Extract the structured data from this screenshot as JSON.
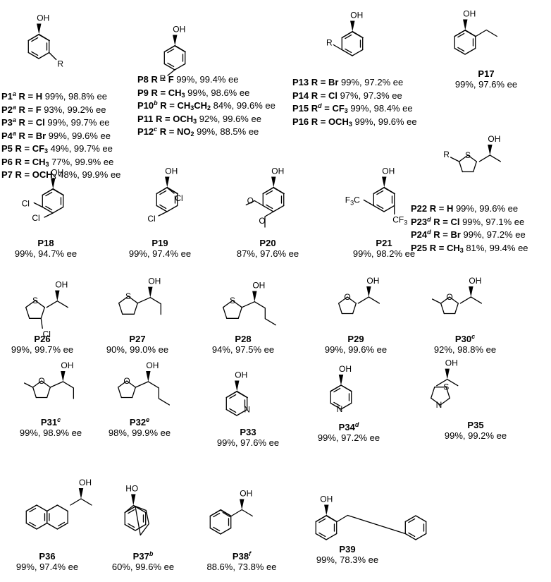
{
  "atoms": {
    "OH": "OH",
    "HO": "HO",
    "R": "R",
    "Cl": "Cl",
    "S": "S",
    "O": "O",
    "N": "N",
    "F3C": "F3C",
    "CF3": "CF3"
  },
  "entries": [
    {
      "id": "P1",
      "sup": "a",
      "r": "H",
      "result": "99%, 98.8% ee"
    },
    {
      "id": "P2",
      "sup": "a",
      "r": "F",
      "result": "93%, 99.2% ee"
    },
    {
      "id": "P3",
      "sup": "a",
      "r": "Cl",
      "result": "99%, 99.7% ee"
    },
    {
      "id": "P4",
      "sup": "a",
      "r": "Br",
      "result": "99%, 99.6% ee"
    },
    {
      "id": "P5",
      "sup": "",
      "r": "CF3",
      "result": "49%, 99.7% ee"
    },
    {
      "id": "P6",
      "sup": "",
      "r": "CH3",
      "result": "77%, 99.9% ee"
    },
    {
      "id": "P7",
      "sup": "",
      "r": "OCH3",
      "result": "48%, 99.9% ee"
    },
    {
      "id": "P8",
      "sup": "",
      "r": "F",
      "result": "99%, 99.4% ee"
    },
    {
      "id": "P9",
      "sup": "",
      "r": "CH3",
      "result": "99%, 98.6% ee"
    },
    {
      "id": "P10",
      "sup": "b",
      "r": "CH3CH2",
      "result": "84%, 99.6% ee"
    },
    {
      "id": "P11",
      "sup": "",
      "r": "OCH3",
      "result": "92%, 99.6% ee"
    },
    {
      "id": "P12",
      "sup": "c",
      "r": "NO2",
      "result": "99%, 88.5% ee"
    },
    {
      "id": "P13",
      "sup": "",
      "r": "Br",
      "result": "99%, 97.2% ee"
    },
    {
      "id": "P14",
      "sup": "",
      "r": "Cl",
      "result": "97%, 97.3% ee"
    },
    {
      "id": "P15",
      "sup": "d",
      "r": "CF3",
      "result": "99%, 98.4% ee"
    },
    {
      "id": "P16",
      "sup": "",
      "r": "OCH3",
      "result": "99%, 99.6% ee"
    },
    {
      "id": "P17",
      "sup": "",
      "result": "99%, 97.6% ee"
    },
    {
      "id": "P18",
      "sup": "",
      "result": "99%, 94.7% ee"
    },
    {
      "id": "P19",
      "sup": "",
      "result": "99%, 97.4% ee"
    },
    {
      "id": "P20",
      "sup": "",
      "result": "87%, 97.6% ee"
    },
    {
      "id": "P21",
      "sup": "",
      "result": "99%, 98.2% ee"
    },
    {
      "id": "P22",
      "sup": "",
      "r": "H",
      "result": "99%, 99.6% ee"
    },
    {
      "id": "P23",
      "sup": "d",
      "r": "Cl",
      "result": "99%, 97.1% ee"
    },
    {
      "id": "P24",
      "sup": "d",
      "r": "Br",
      "result": "99%, 97.2% ee"
    },
    {
      "id": "P25",
      "sup": "",
      "r": "CH3",
      "result": "81%, 99.4% ee"
    },
    {
      "id": "P26",
      "sup": "",
      "result": "99%, 99.7% ee"
    },
    {
      "id": "P27",
      "sup": "",
      "result": "90%, 99.0% ee"
    },
    {
      "id": "P28",
      "sup": "",
      "result": "94%, 97.5% ee"
    },
    {
      "id": "P29",
      "sup": "",
      "result": "99%, 99.6% ee"
    },
    {
      "id": "P30",
      "sup": "c",
      "result": "92%, 98.8% ee"
    },
    {
      "id": "P31",
      "sup": "c",
      "result": "99%, 98.9% ee"
    },
    {
      "id": "P32",
      "sup": "e",
      "result": "98%, 99.9% ee"
    },
    {
      "id": "P33",
      "sup": "",
      "result": "99%, 97.6% ee"
    },
    {
      "id": "P34",
      "sup": "d",
      "result": "99%, 97.2% ee"
    },
    {
      "id": "P35",
      "sup": "",
      "result": "99%, 99.2% ee"
    },
    {
      "id": "P36",
      "sup": "",
      "result": "99%, 97.4% ee"
    },
    {
      "id": "P37",
      "sup": "b",
      "result": "60%, 99.6% ee"
    },
    {
      "id": "P38",
      "sup": "f",
      "result": "88.6%, 73.8% ee"
    },
    {
      "id": "P39",
      "sup": "",
      "result": "99%, 78.3% ee"
    }
  ]
}
